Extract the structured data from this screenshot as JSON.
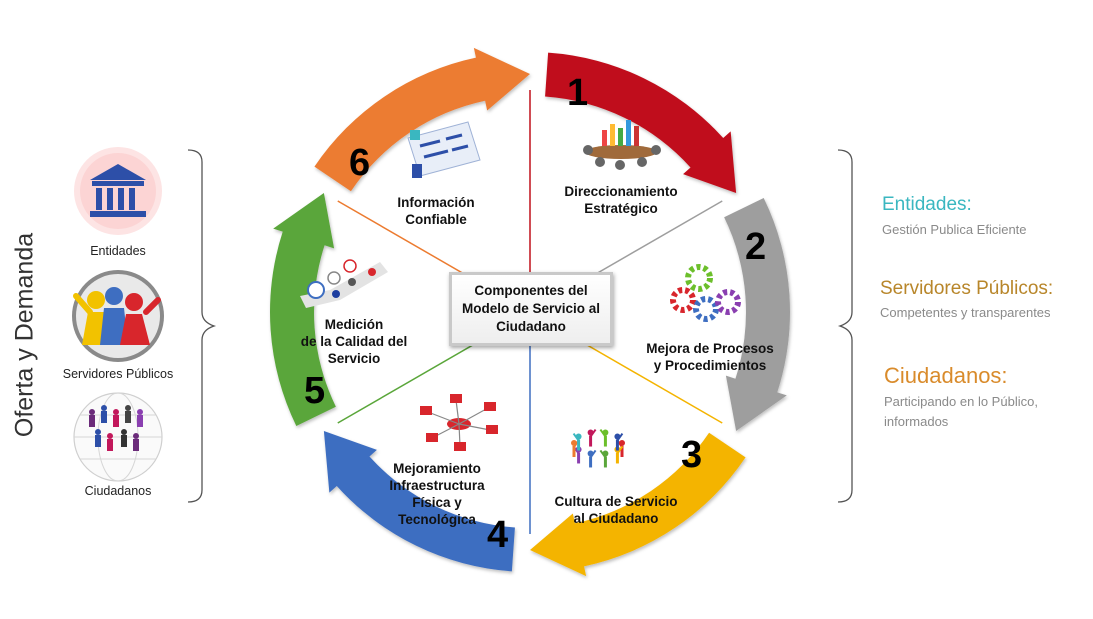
{
  "left_panel": {
    "title": "Oferta y Demanda",
    "items": [
      {
        "label": "Entidades",
        "icon": "building-icon"
      },
      {
        "label": "Servidores Públicos",
        "icon": "people-group-icon"
      },
      {
        "label": "Ciudadanos",
        "icon": "citizens-globe-icon"
      }
    ]
  },
  "center": {
    "label": "Componentes del Modelo de Servicio al Ciudadano"
  },
  "segments": [
    {
      "number": "1",
      "label_lines": [
        "Direccionamiento",
        "Estratégico"
      ],
      "color": "#c0101a",
      "icon": "meeting-icon"
    },
    {
      "number": "2",
      "label_lines": [
        "Mejora de Procesos",
        "y Procedimientos"
      ],
      "color": "#9e9e9e",
      "icon": "gears-icon"
    },
    {
      "number": "3",
      "label_lines": [
        "Cultura de Servicio",
        "al Ciudadano"
      ],
      "color": "#f4b400",
      "icon": "people-circle-icon"
    },
    {
      "number": "4",
      "label_lines": [
        "Mejoramiento",
        "Infraestructura",
        "Física y",
        "Tecnológica"
      ],
      "color": "#3e6ec1",
      "icon": "network-icon"
    },
    {
      "number": "5",
      "label_lines": [
        "Medición",
        "de la Calidad del",
        "Servicio"
      ],
      "color": "#5aa63a",
      "icon": "rating-faces-icon"
    },
    {
      "number": "6",
      "label_lines": [
        "Información",
        "Confiable"
      ],
      "color": "#ec7b30",
      "icon": "documents-icon"
    }
  ],
  "right_panel": [
    {
      "heading": "Entidades:",
      "sub_lines": [
        "Gestión Publica Eficiente"
      ],
      "color": "#3ab7c0"
    },
    {
      "heading": "Servidores Públicos:",
      "sub_lines": [
        "Competentes y transparentes"
      ],
      "color": "#b8862a"
    },
    {
      "heading": "Ciudadanos:",
      "sub_lines": [
        "Participando en lo Público,",
        "informados"
      ],
      "color": "#d98b2b"
    }
  ]
}
